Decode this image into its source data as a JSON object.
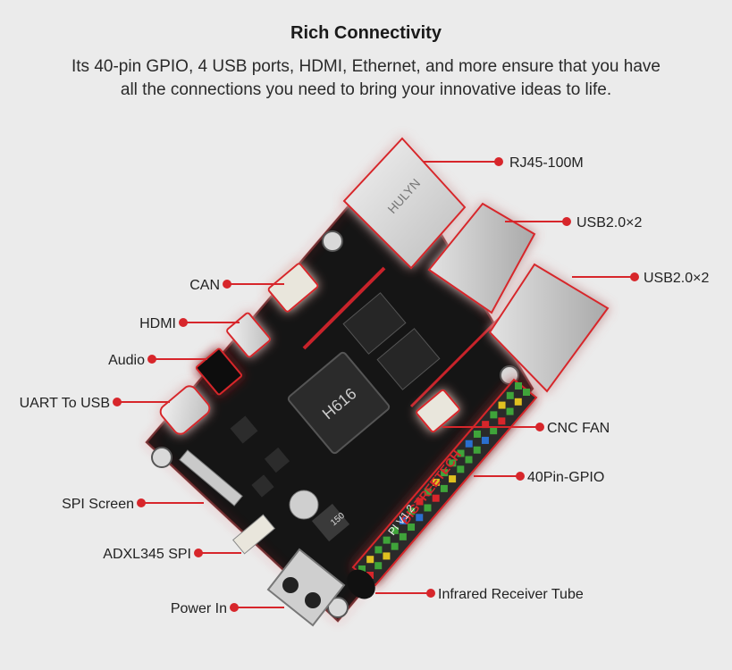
{
  "header": {
    "title": "Rich Connectivity",
    "subtitle_line1": "Its 40-pin GPIO, 4 USB ports, HDMI, Ethernet, and more ensure that you have",
    "subtitle_line2": "all the connections you need to bring your innovative ideas to life."
  },
  "board": {
    "chip_label": "H616",
    "brand": "BIGTREETECH",
    "model": "PI V1.2",
    "ethernet_jack_text": "HULYN",
    "inductor_text": "150"
  },
  "callouts": {
    "rj45": "RJ45-100M",
    "usb_a": "USB2.0×2",
    "usb_b": "USB2.0×2",
    "can": "CAN",
    "hdmi": "HDMI",
    "audio": "Audio",
    "uart": "UART To USB",
    "cnc_fan": "CNC FAN",
    "gpio": "40Pin-GPIO",
    "spi_screen": "SPI Screen",
    "adxl": "ADXL345 SPI",
    "ir": "Infrared Receiver Tube",
    "power": "Power In"
  },
  "colors": {
    "accent": "#d7262b",
    "board": "#1b1b1b",
    "background": "#ebebeb"
  }
}
